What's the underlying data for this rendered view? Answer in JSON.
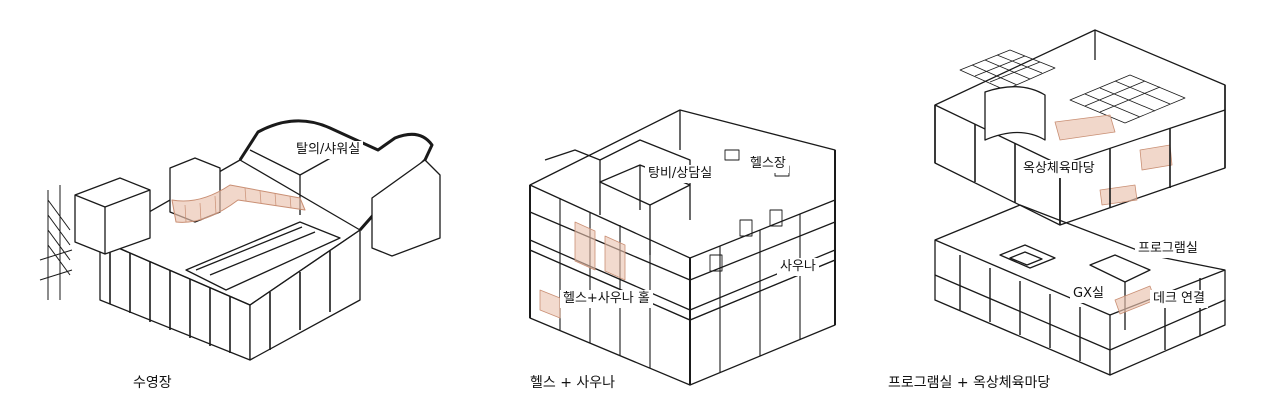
{
  "panels": [
    {
      "caption": "수영장",
      "rooms": [
        "탈의/샤워실"
      ]
    },
    {
      "caption": "헬스 + 사우나",
      "rooms": [
        "탕비/상담실",
        "헬스장",
        "사우나",
        "헬스+사우나 홀"
      ]
    },
    {
      "caption": "프로그램실 + 옥상체육마당",
      "rooms": [
        "옥상체육마당",
        "프로그램실",
        "GX실",
        "데크 연결"
      ]
    }
  ],
  "colors": {
    "line": "#1a1a1a",
    "accent": "#e9c2ad"
  }
}
